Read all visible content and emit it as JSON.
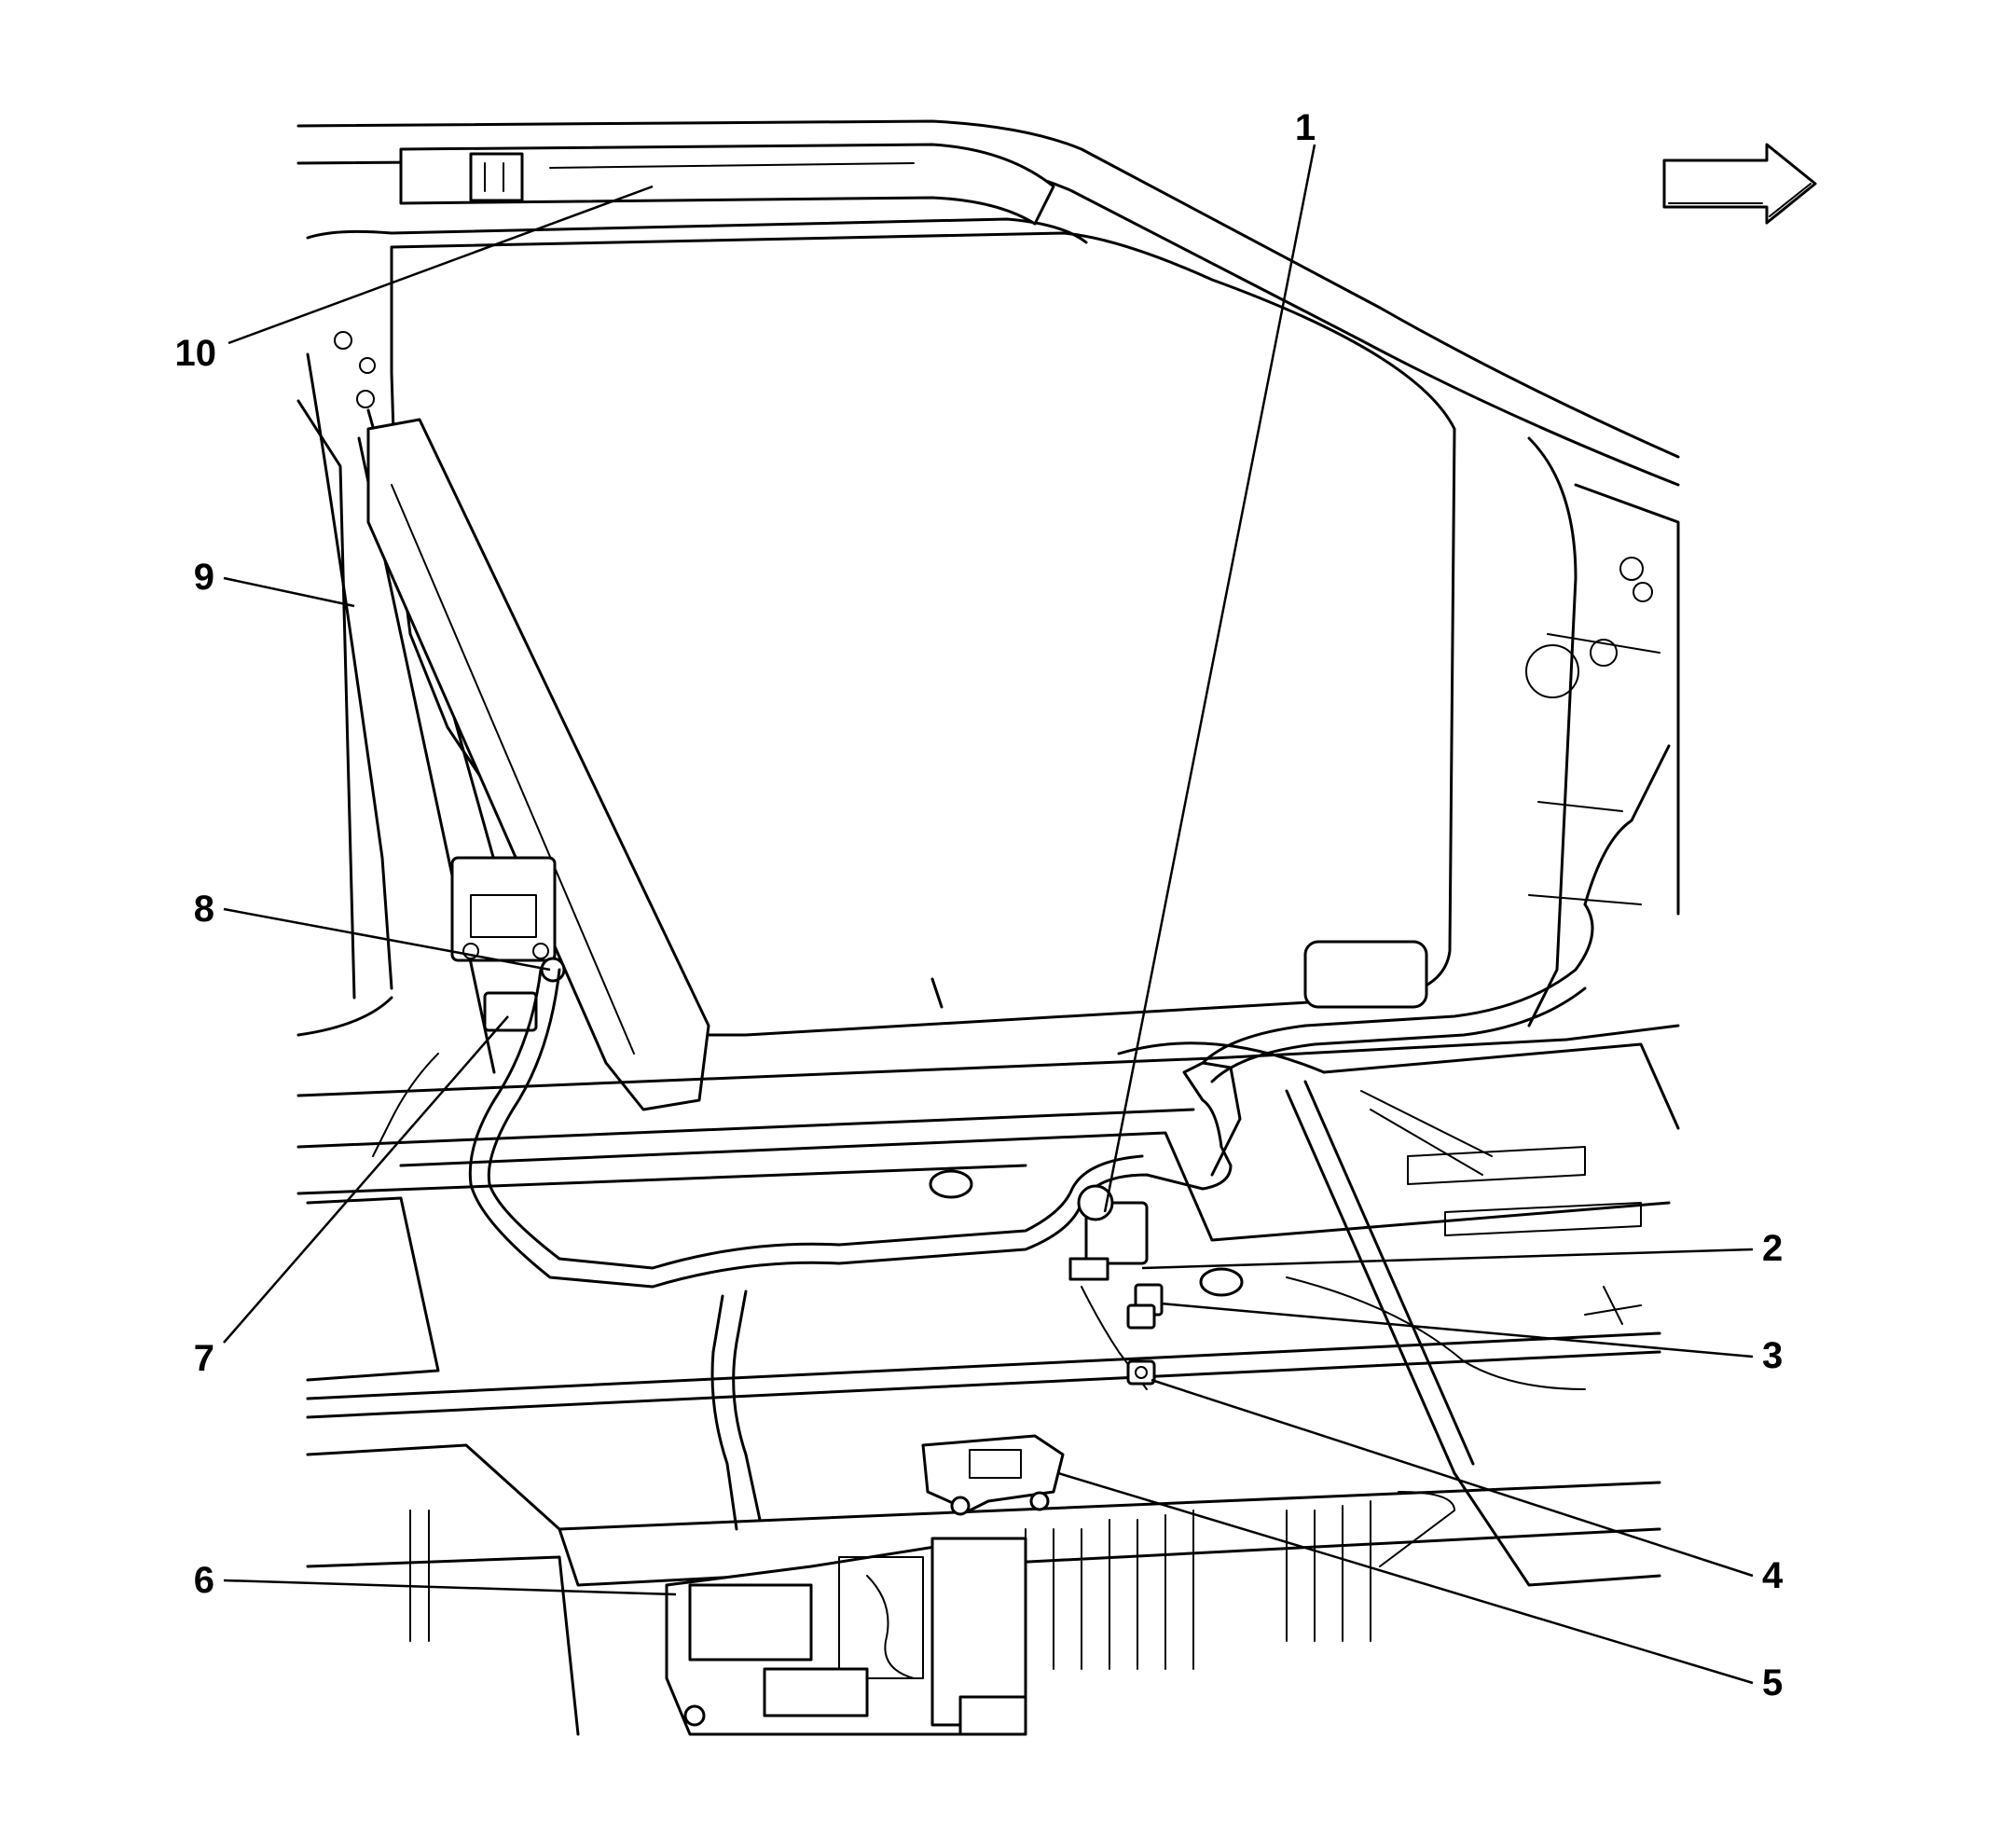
{
  "diagram": {
    "callouts": [
      {
        "id": "1",
        "label": "1"
      },
      {
        "id": "2",
        "label": "2"
      },
      {
        "id": "3",
        "label": "3"
      },
      {
        "id": "4",
        "label": "4"
      },
      {
        "id": "5",
        "label": "5"
      },
      {
        "id": "6",
        "label": "6"
      },
      {
        "id": "7",
        "label": "7"
      },
      {
        "id": "8",
        "label": "8"
      },
      {
        "id": "9",
        "label": "9"
      },
      {
        "id": "10",
        "label": "10"
      }
    ],
    "direction_arrow": {
      "icon": "forward-arrow-icon",
      "direction": "right"
    }
  }
}
